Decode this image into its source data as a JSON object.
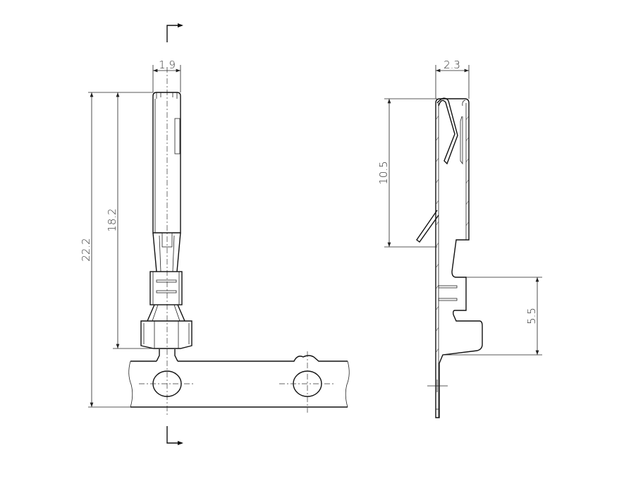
{
  "drawing": {
    "front_view": {
      "width_dim": "1.9",
      "overall_length_dim": "22.2",
      "length_to_insulation_dim": "18.2"
    },
    "side_view": {
      "height_dim": "2.3",
      "contact_length_dim": "10.5",
      "barrel_length_dim": "5.5"
    }
  }
}
